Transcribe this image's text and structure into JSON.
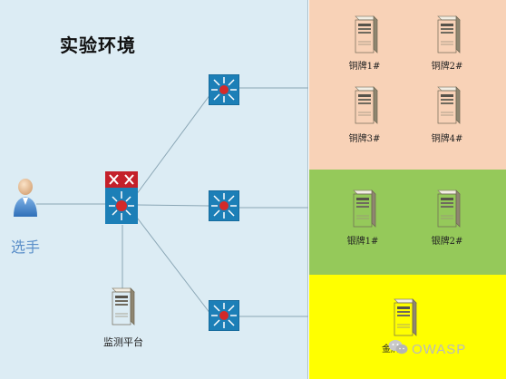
{
  "title": "实验环境",
  "player": {
    "label": "选手",
    "icon": "user-icon"
  },
  "monitor": {
    "label": "监测平台",
    "icon": "server-icon"
  },
  "core_router": {
    "icon": "core-switch-icon"
  },
  "switches": [
    {
      "icon": "switch-icon"
    },
    {
      "icon": "switch-icon"
    },
    {
      "icon": "switch-icon"
    }
  ],
  "zones": {
    "bronze": {
      "color": "#f8d2b7",
      "servers": [
        "铜牌1#",
        "铜牌2#",
        "铜牌3#",
        "铜牌4#"
      ]
    },
    "silver": {
      "color": "#95c95a",
      "servers": [
        "银牌1#",
        "银牌2#"
      ]
    },
    "gold": {
      "color": "#ffff00",
      "servers": [
        "金牌"
      ]
    }
  },
  "watermark": {
    "text": "OWASP",
    "icon": "wechat-icon"
  }
}
